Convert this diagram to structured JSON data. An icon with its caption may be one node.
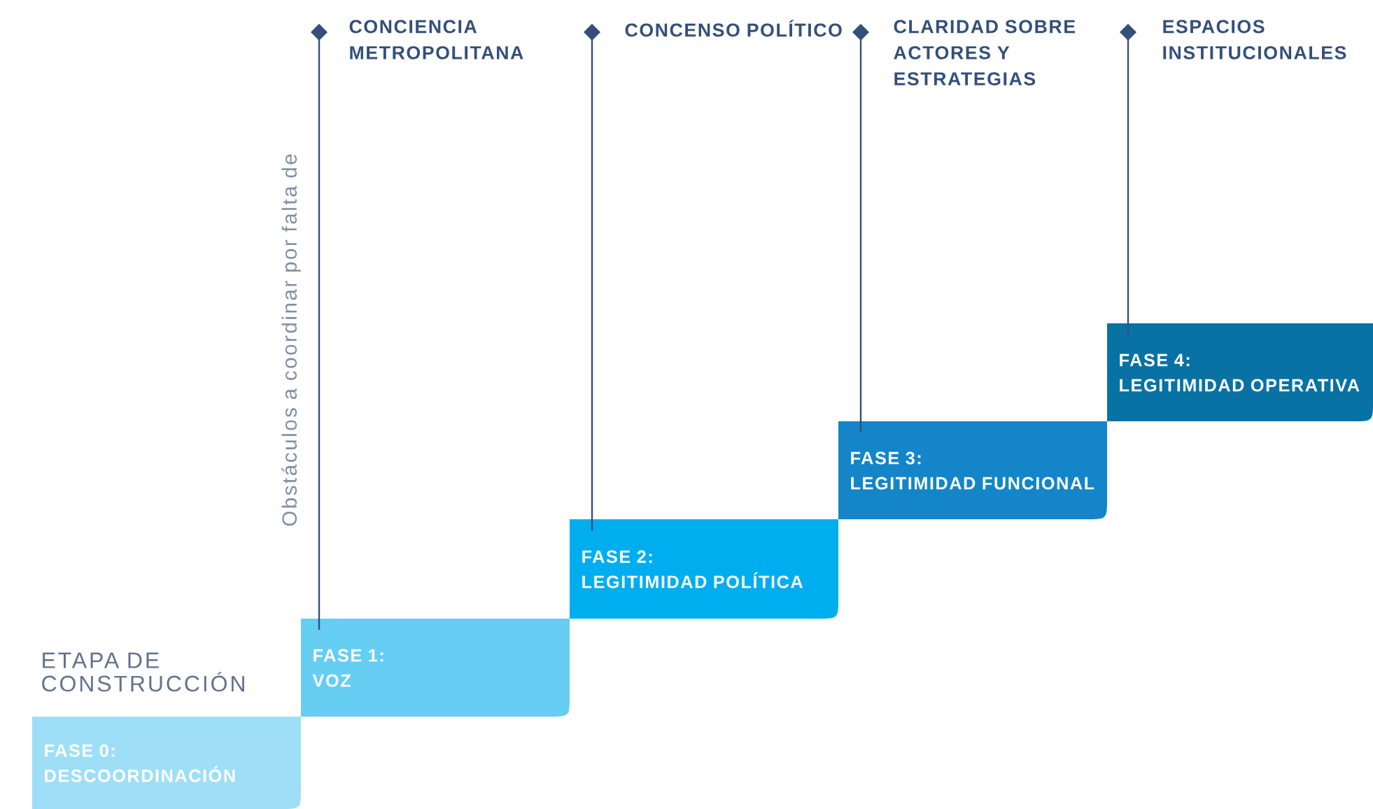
{
  "diagram": {
    "nodes": [
      {
        "text": [
          "FASE 0:",
          "DESCOORDINACIÓN"
        ]
      },
      {
        "text": [
          "FASE 1:",
          "VOZ"
        ]
      },
      {
        "text": [
          "FASE 2:",
          "LEGITIMIDAD POLÍTICA"
        ]
      },
      {
        "text": [
          "FASE 3:",
          "LEGITIMIDAD FUNCIONAL"
        ]
      },
      {
        "text": [
          "FASE 4:",
          "LEGITIMIDAD OPERATIVA"
        ]
      },
      {
        "text": [
          "CONCIENCIA METROPOLITANA"
        ]
      },
      {
        "text": [
          "CONCENSO POLÍTICO"
        ]
      },
      {
        "text": [
          "CLARIDAD SOBRE ACTORES Y ESTRATEGIAS"
        ]
      },
      {
        "text": [
          "ESPACIOS INSTITUCIONALES"
        ]
      }
    ],
    "edges": [
      {
        "from": 5,
        "to": 1,
        "arrow": "other"
      },
      {
        "from": 6,
        "to": 2,
        "arrow": "other"
      },
      {
        "from": 7,
        "to": 3,
        "arrow": "other"
      },
      {
        "from": 8,
        "to": 4,
        "arrow": "other"
      }
    ],
    "labels": [
      "ETAPA DE CONSTRUCCIÓN",
      "Obstáculos a coordinar por falta de"
    ]
  }
}
